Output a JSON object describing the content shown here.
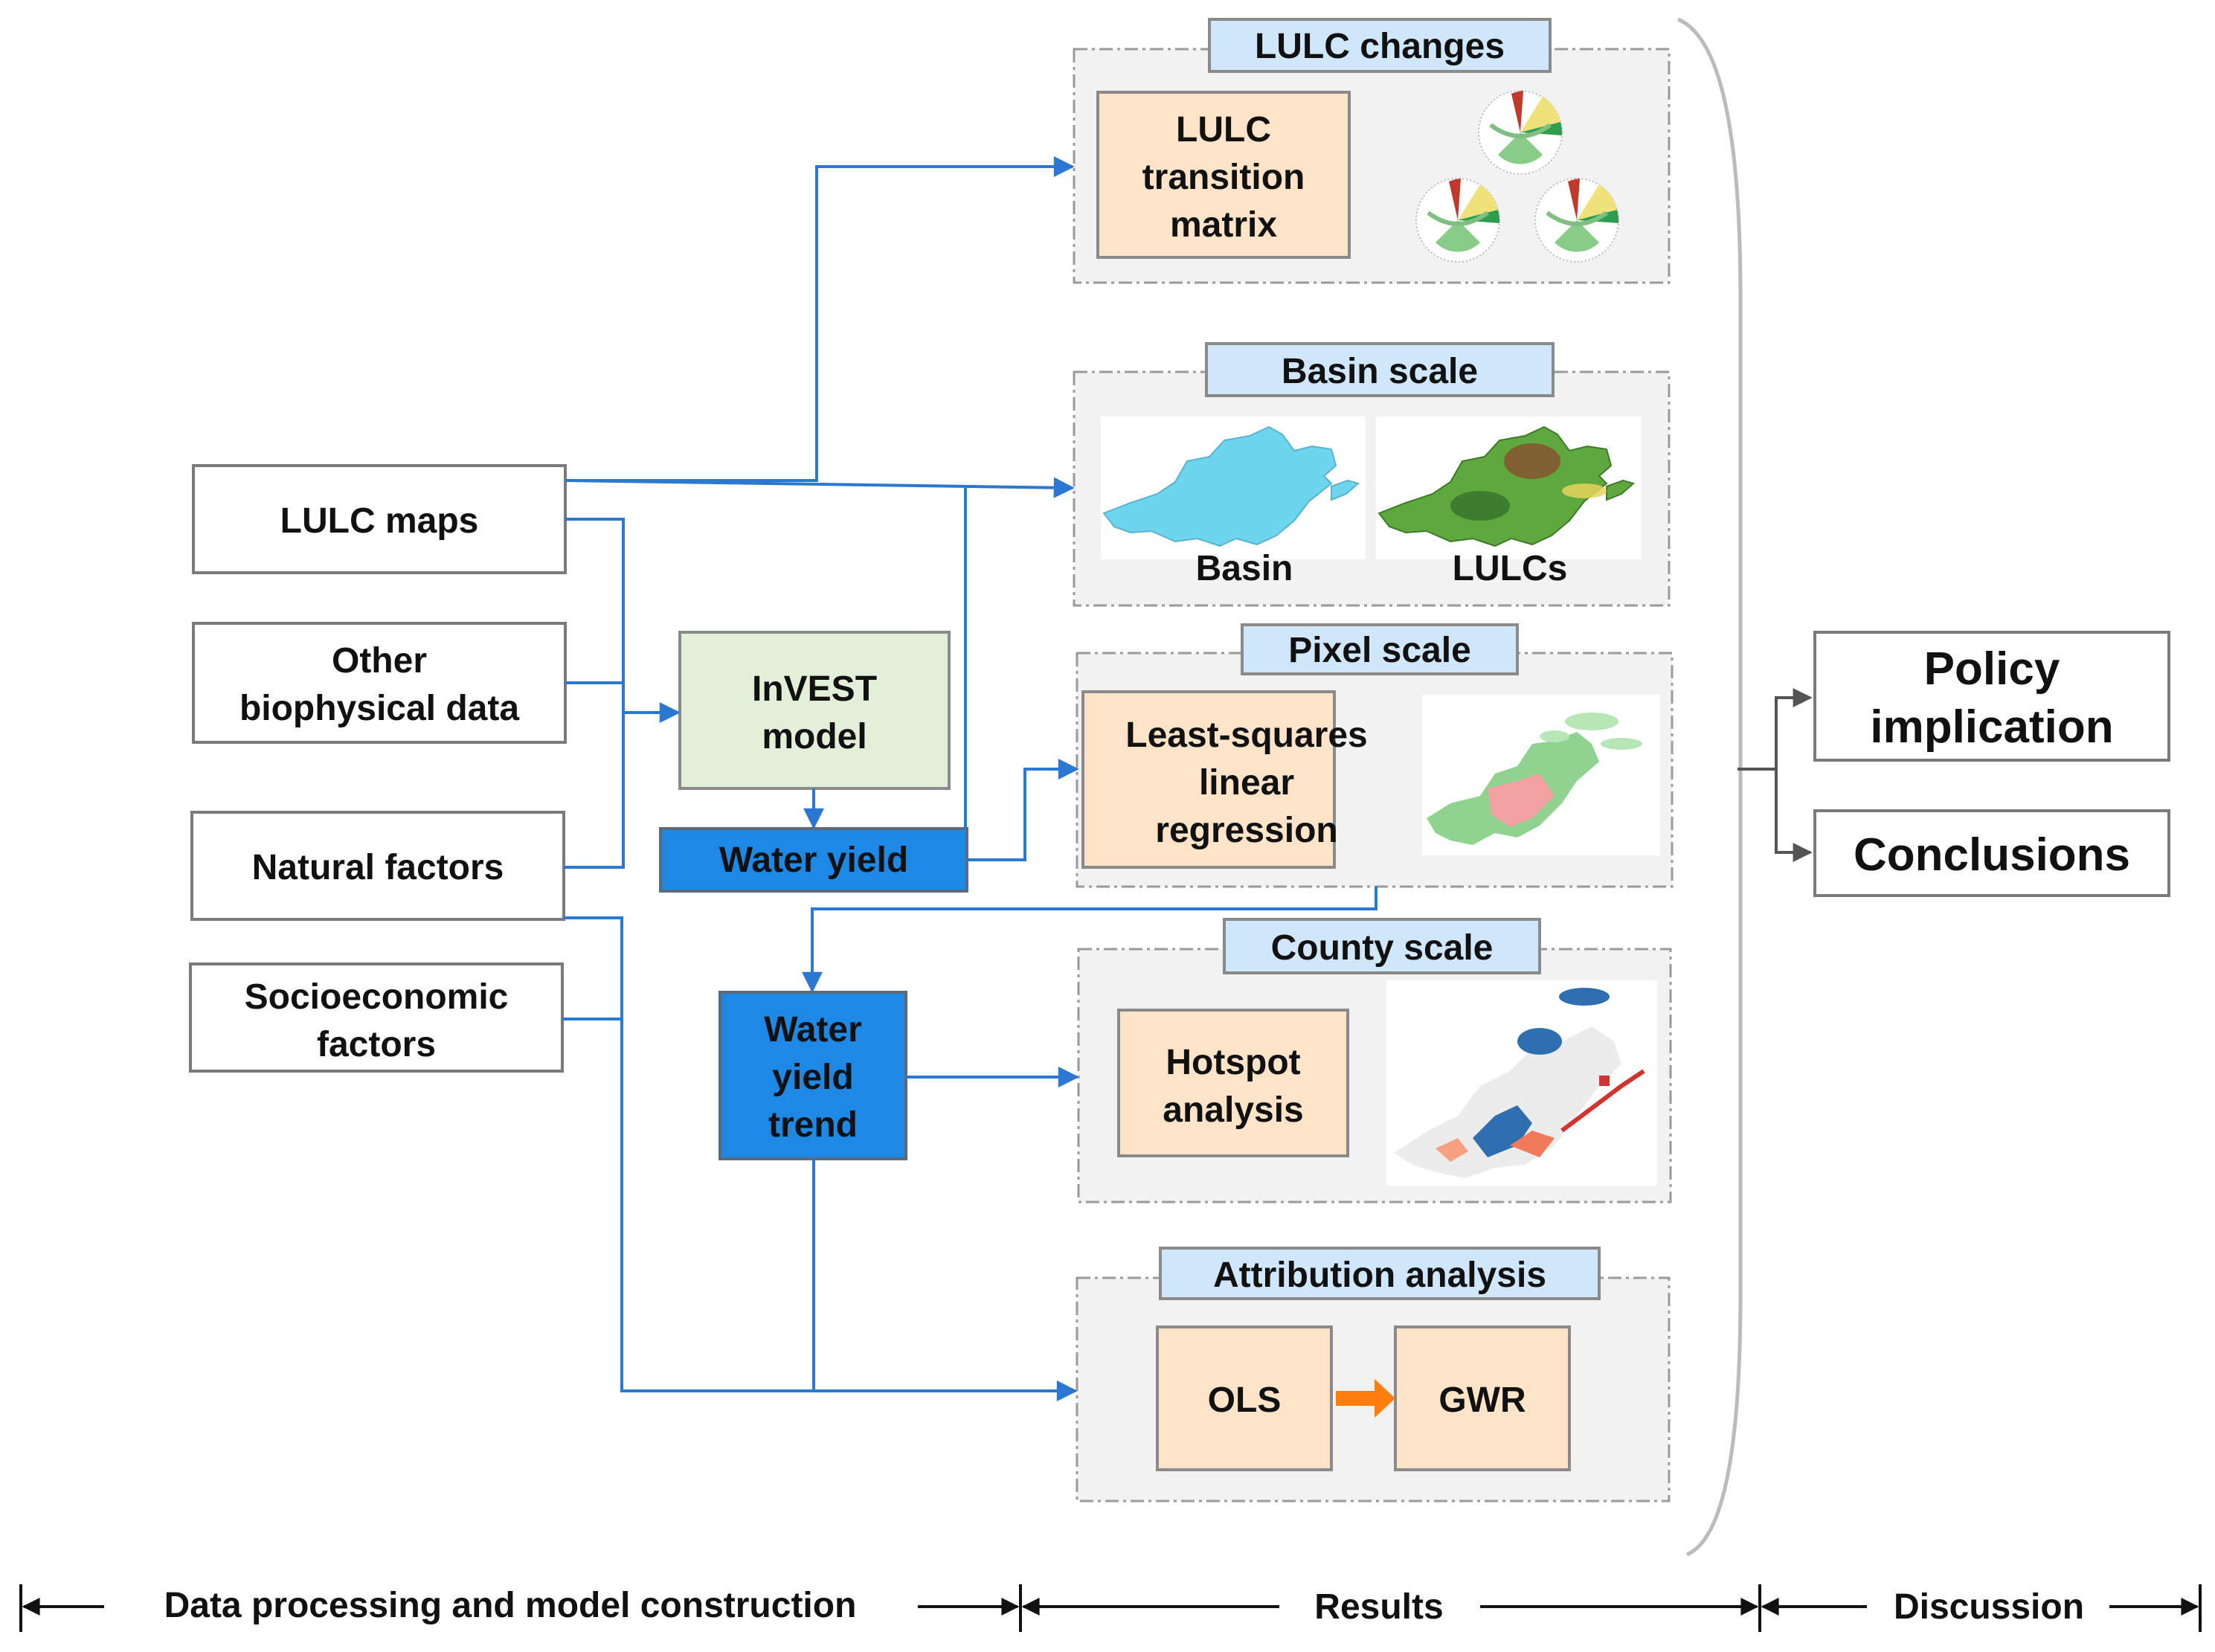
{
  "inputs": {
    "lulc_maps": "LULC maps",
    "other_bio_1": "Other",
    "other_bio_2": "biophysical data",
    "natural": "Natural factors",
    "socio_1": "Socioeconomic",
    "socio_2": "factors"
  },
  "model": {
    "invest_1": "InVEST",
    "invest_2": "model",
    "water_yield": "Water yield",
    "trend_1": "Water",
    "trend_2": "yield",
    "trend_3": "trend"
  },
  "results": {
    "lulc_changes": {
      "title": "LULC changes",
      "matrix_1": "LULC",
      "matrix_2": "transition",
      "matrix_3": "matrix"
    },
    "basin_scale": {
      "title": "Basin scale",
      "basin_label": "Basin",
      "lulcs_label": "LULCs"
    },
    "pixel_scale": {
      "title": "Pixel scale",
      "reg_1": "Least-squares",
      "reg_2": "linear",
      "reg_3": "regression"
    },
    "county_scale": {
      "title": "County scale",
      "hot_1": "Hotspot",
      "hot_2": "analysis"
    },
    "attribution": {
      "title": "Attribution analysis",
      "ols": "OLS",
      "gwr": "GWR"
    }
  },
  "discussion": {
    "policy_1": "Policy",
    "policy_2": "implication",
    "conclusions": "Conclusions"
  },
  "timeline": {
    "data_processing": "Data processing and model construction",
    "results": "Results",
    "discussion": "Discussion"
  },
  "colors": {
    "arrow_blue": "#2a78d2",
    "dark_blue_box": "#1e88e5",
    "light_blue_header": "#cfe6fb",
    "peach_box": "#fde4c8",
    "green_box": "#e2f0d9",
    "panel_grey": "#f2f2f2",
    "orange_arrow": "#ff7f0e"
  }
}
